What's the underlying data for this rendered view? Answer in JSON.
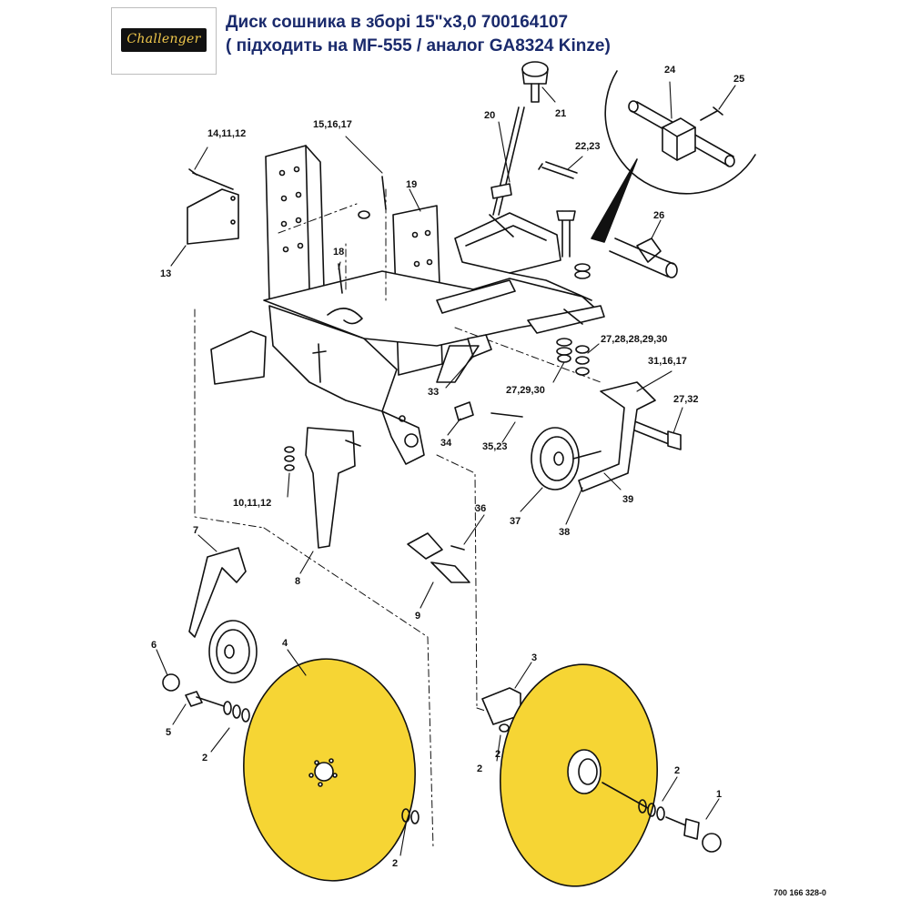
{
  "header": {
    "logo_text": "Challenger",
    "title_line1": "Диск сошника в зборі 15\"x3,0 700164107",
    "title_line2": "( підходить на MF-555 / аналог GA8324 Kinze)"
  },
  "callouts": [
    {
      "id": "c1",
      "label": "1"
    },
    {
      "id": "c2a",
      "label": "2"
    },
    {
      "id": "c2b",
      "label": "2"
    },
    {
      "id": "c2c",
      "label": "2"
    },
    {
      "id": "c2d",
      "label": "2"
    },
    {
      "id": "c2e",
      "label": "2"
    },
    {
      "id": "c3",
      "label": "3"
    },
    {
      "id": "c4",
      "label": "4"
    },
    {
      "id": "c5",
      "label": "5"
    },
    {
      "id": "c6",
      "label": "6"
    },
    {
      "id": "c7",
      "label": "7"
    },
    {
      "id": "c8",
      "label": "8"
    },
    {
      "id": "c9",
      "label": "9"
    },
    {
      "id": "c10",
      "label": "10,11,12"
    },
    {
      "id": "c13",
      "label": "13"
    },
    {
      "id": "c14",
      "label": "14,11,12"
    },
    {
      "id": "c15",
      "label": "15,16,17"
    },
    {
      "id": "c18",
      "label": "18"
    },
    {
      "id": "c19",
      "label": "19"
    },
    {
      "id": "c20",
      "label": "20"
    },
    {
      "id": "c21",
      "label": "21"
    },
    {
      "id": "c22",
      "label": "22,23"
    },
    {
      "id": "c24",
      "label": "24"
    },
    {
      "id": "c25",
      "label": "25"
    },
    {
      "id": "c26",
      "label": "26"
    },
    {
      "id": "c27a",
      "label": "27,28,28,29,30"
    },
    {
      "id": "c27b",
      "label": "27,29,30"
    },
    {
      "id": "c27c",
      "label": "27,32"
    },
    {
      "id": "c31",
      "label": "31,16,17"
    },
    {
      "id": "c33",
      "label": "33"
    },
    {
      "id": "c34",
      "label": "34"
    },
    {
      "id": "c35",
      "label": "35,23"
    },
    {
      "id": "c36",
      "label": "36"
    },
    {
      "id": "c37",
      "label": "37"
    },
    {
      "id": "c38",
      "label": "38"
    },
    {
      "id": "c39",
      "label": "39"
    }
  ],
  "drawing_ref": "700 166 328-0",
  "colors": {
    "disc_fill": "#f6d534",
    "line": "#111111",
    "title": "#1a2a6c"
  }
}
